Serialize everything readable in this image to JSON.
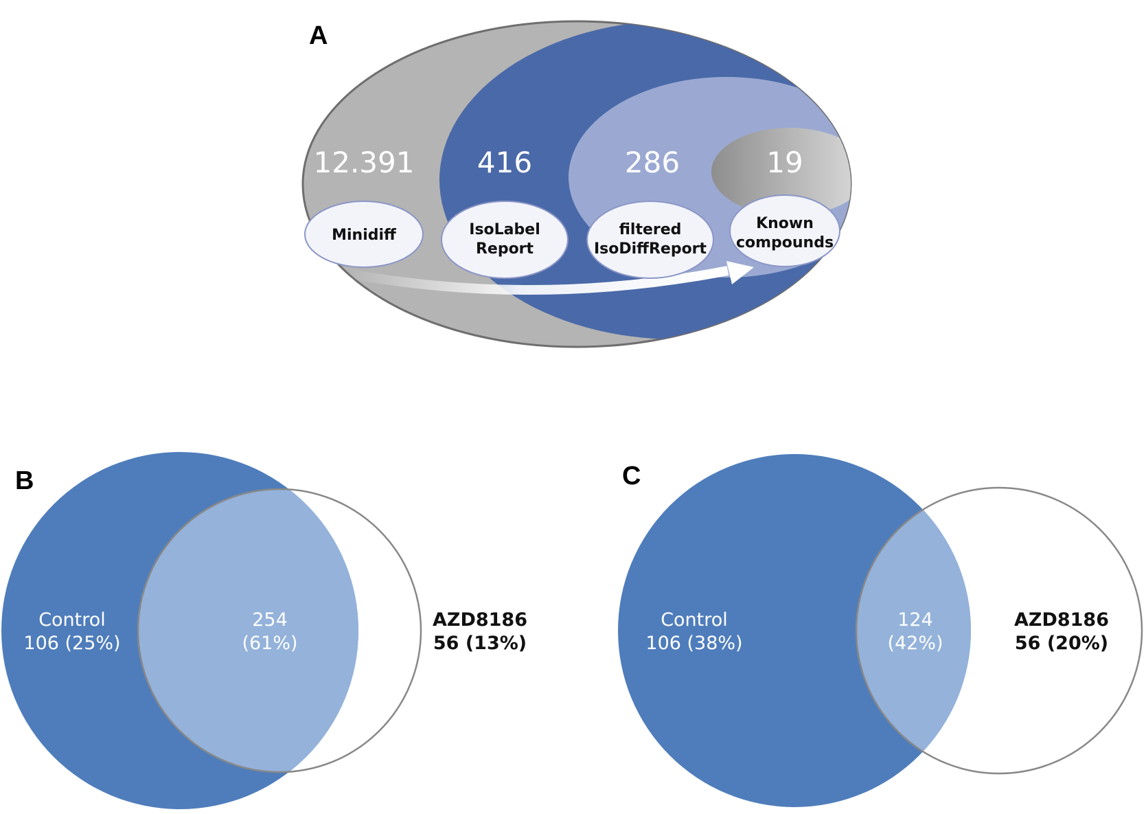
{
  "panel_a": {
    "letter": "A",
    "colors": {
      "outer_gray": "#b4b4b4",
      "dark_blue": "#4a69a8",
      "light_blue": "#9ba9d2",
      "inner_gray": "#909090",
      "label_bg": "#f3f4fa",
      "label_stroke": "#8a96c6"
    },
    "sets": [
      {
        "count": "12.391",
        "label_lines": [
          "Minidiff"
        ]
      },
      {
        "count": "416",
        "label_lines": [
          "IsoLabel",
          "Report"
        ]
      },
      {
        "count": "286",
        "label_lines": [
          "filtered",
          "IsoDiffReport"
        ]
      },
      {
        "count": "19",
        "label_lines": [
          "Known",
          "compounds"
        ]
      }
    ]
  },
  "panel_b": {
    "letter": "B",
    "left": {
      "name": "Control",
      "value": "106 (25%)"
    },
    "overlap": {
      "value": "254",
      "percent": "(61%)"
    },
    "right": {
      "name": "AZD8186",
      "value": "56 (13%)"
    },
    "colors": {
      "left_fill": "#4f7dbb",
      "overlap_fill": "#94b2da",
      "outline": "#888888"
    }
  },
  "panel_c": {
    "letter": "C",
    "left": {
      "name": "Control",
      "value": "106 (38%)"
    },
    "overlap": {
      "value": "124",
      "percent": "(42%)"
    },
    "right": {
      "name": "AZD8186",
      "value": "56 (20%)"
    },
    "colors": {
      "left_fill": "#4f7dbb",
      "overlap_fill": "#94b2da",
      "outline": "#888888"
    }
  }
}
